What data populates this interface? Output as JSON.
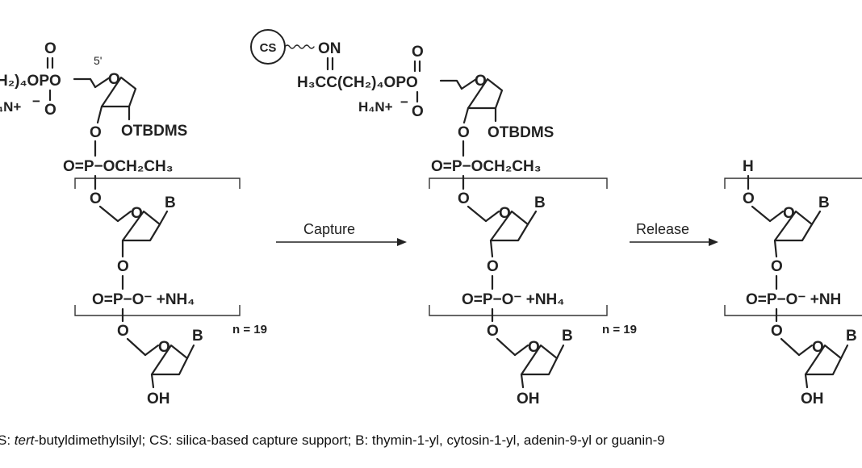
{
  "structure_1": {
    "chain_head": "H₂)₄OPO",
    "ammonium": "₄N+",
    "position_label": "5'",
    "phosphate_o_top": "O",
    "phosphate_o_bottom": "O",
    "charge_minus": "−",
    "ring_o": "O",
    "o3": "O",
    "otbdms": "OTBDMS",
    "linker_p": "O=P−OCH₂CH₃",
    "repeat_o5": "O",
    "repeat_ring_o": "O",
    "repeat_base": "B",
    "repeat_o3": "O",
    "repeat_p": "O=P−O⁻ +NH₄",
    "repeat_count": "n = 19",
    "term_o5": "O",
    "term_ring_o": "O",
    "term_base": "B",
    "term_oh": "OH"
  },
  "structure_2": {
    "support": "CS",
    "oxime": "ON",
    "chain": "H₃CC(CH₂)₄OPO",
    "ammonium": "H₄N+",
    "phosphate_o_top": "O",
    "phosphate_o_bottom": "O",
    "charge_minus": "−",
    "ring_o": "O",
    "o3": "O",
    "otbdms": "OTBDMS",
    "linker_p": "O=P−OCH₂CH₃",
    "repeat_o5": "O",
    "repeat_ring_o": "O",
    "repeat_base": "B",
    "repeat_o3": "O",
    "repeat_p": "O=P−O⁻ +NH₄",
    "repeat_count": "n = 19",
    "term_o5": "O",
    "term_ring_o": "O",
    "term_base": "B",
    "term_oh": "OH"
  },
  "structure_3": {
    "h_cap": "H",
    "repeat_o5": "O",
    "repeat_ring_o": "O",
    "repeat_base": "B",
    "repeat_o3": "O",
    "repeat_p": "O=P−O⁻ +NH",
    "term_o5": "O",
    "term_ring_o": "O",
    "term_base": "B",
    "term_oh": "OH"
  },
  "arrows": {
    "capture": "Capture",
    "release": "Release"
  },
  "caption": {
    "prefix": "S: ",
    "italic": "tert",
    "rest": "-butyldimethylsilyl; CS: silica-based capture support; B: thymin-1-yl, cytosin-1-yl, adenin-9-yl or guanin-9"
  }
}
